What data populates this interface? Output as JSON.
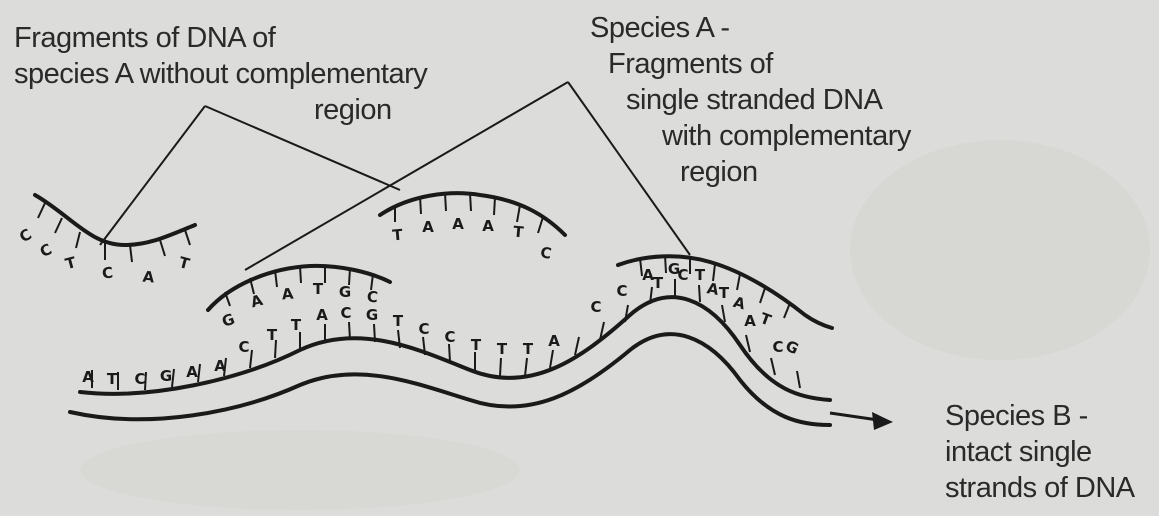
{
  "labels": {
    "no_complement": [
      "Fragments of DNA of",
      "species A without complementary",
      "region"
    ],
    "with_complement": [
      "Species A -",
      "Fragments of",
      "single stranded DNA",
      "with complementary",
      "region"
    ],
    "species_b": [
      "Species B -",
      "intact single",
      "strands of DNA"
    ]
  },
  "fragments": {
    "frag1": "CCTCAT",
    "frag2": "TAAATC",
    "frag3": "GAATGC",
    "frag4": "TCAATG"
  },
  "strand_bases": {
    "lower_left": "ATCGAA",
    "middle": "CTTACGTCCTTTA",
    "right": "CCAGTTAC"
  },
  "colors": {
    "ink": "#1a1a1a",
    "paper": "#dcdcda"
  }
}
